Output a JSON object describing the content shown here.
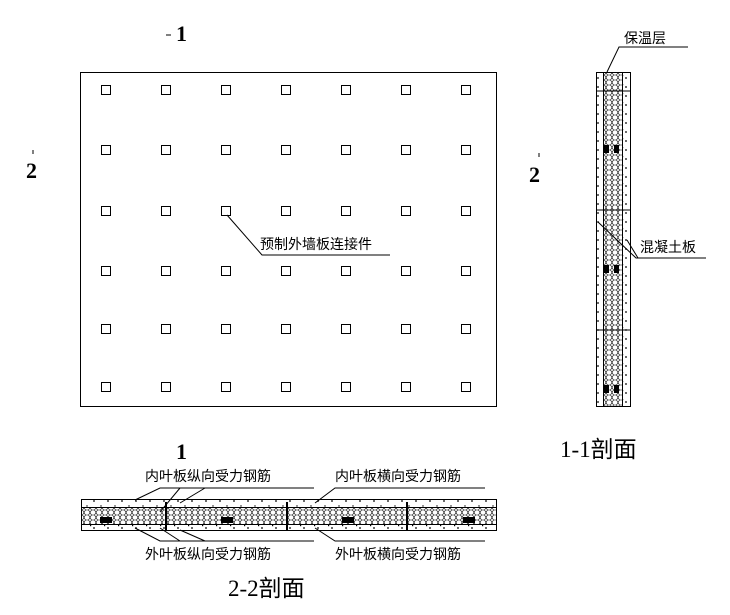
{
  "markers": {
    "section1_top": "1",
    "section1_bottom": "1",
    "section2_left": "2",
    "section2_right": "2"
  },
  "labels": {
    "connector": "预制外墙板连接件",
    "insulation_layer": "保温层",
    "concrete_panel": "混凝土板",
    "inner_longitudinal_rebar": "内叶板纵向受力钢筋",
    "inner_transverse_rebar": "内叶板横向受力钢筋",
    "outer_longitudinal_rebar": "外叶板纵向受力钢筋",
    "outer_transverse_rebar": "外叶板横向受力钢筋"
  },
  "titles": {
    "section_1_1": "1-1剖面",
    "section_2_2": "2-2剖面"
  },
  "connector_grid": {
    "columns": 7,
    "rows": 6
  }
}
